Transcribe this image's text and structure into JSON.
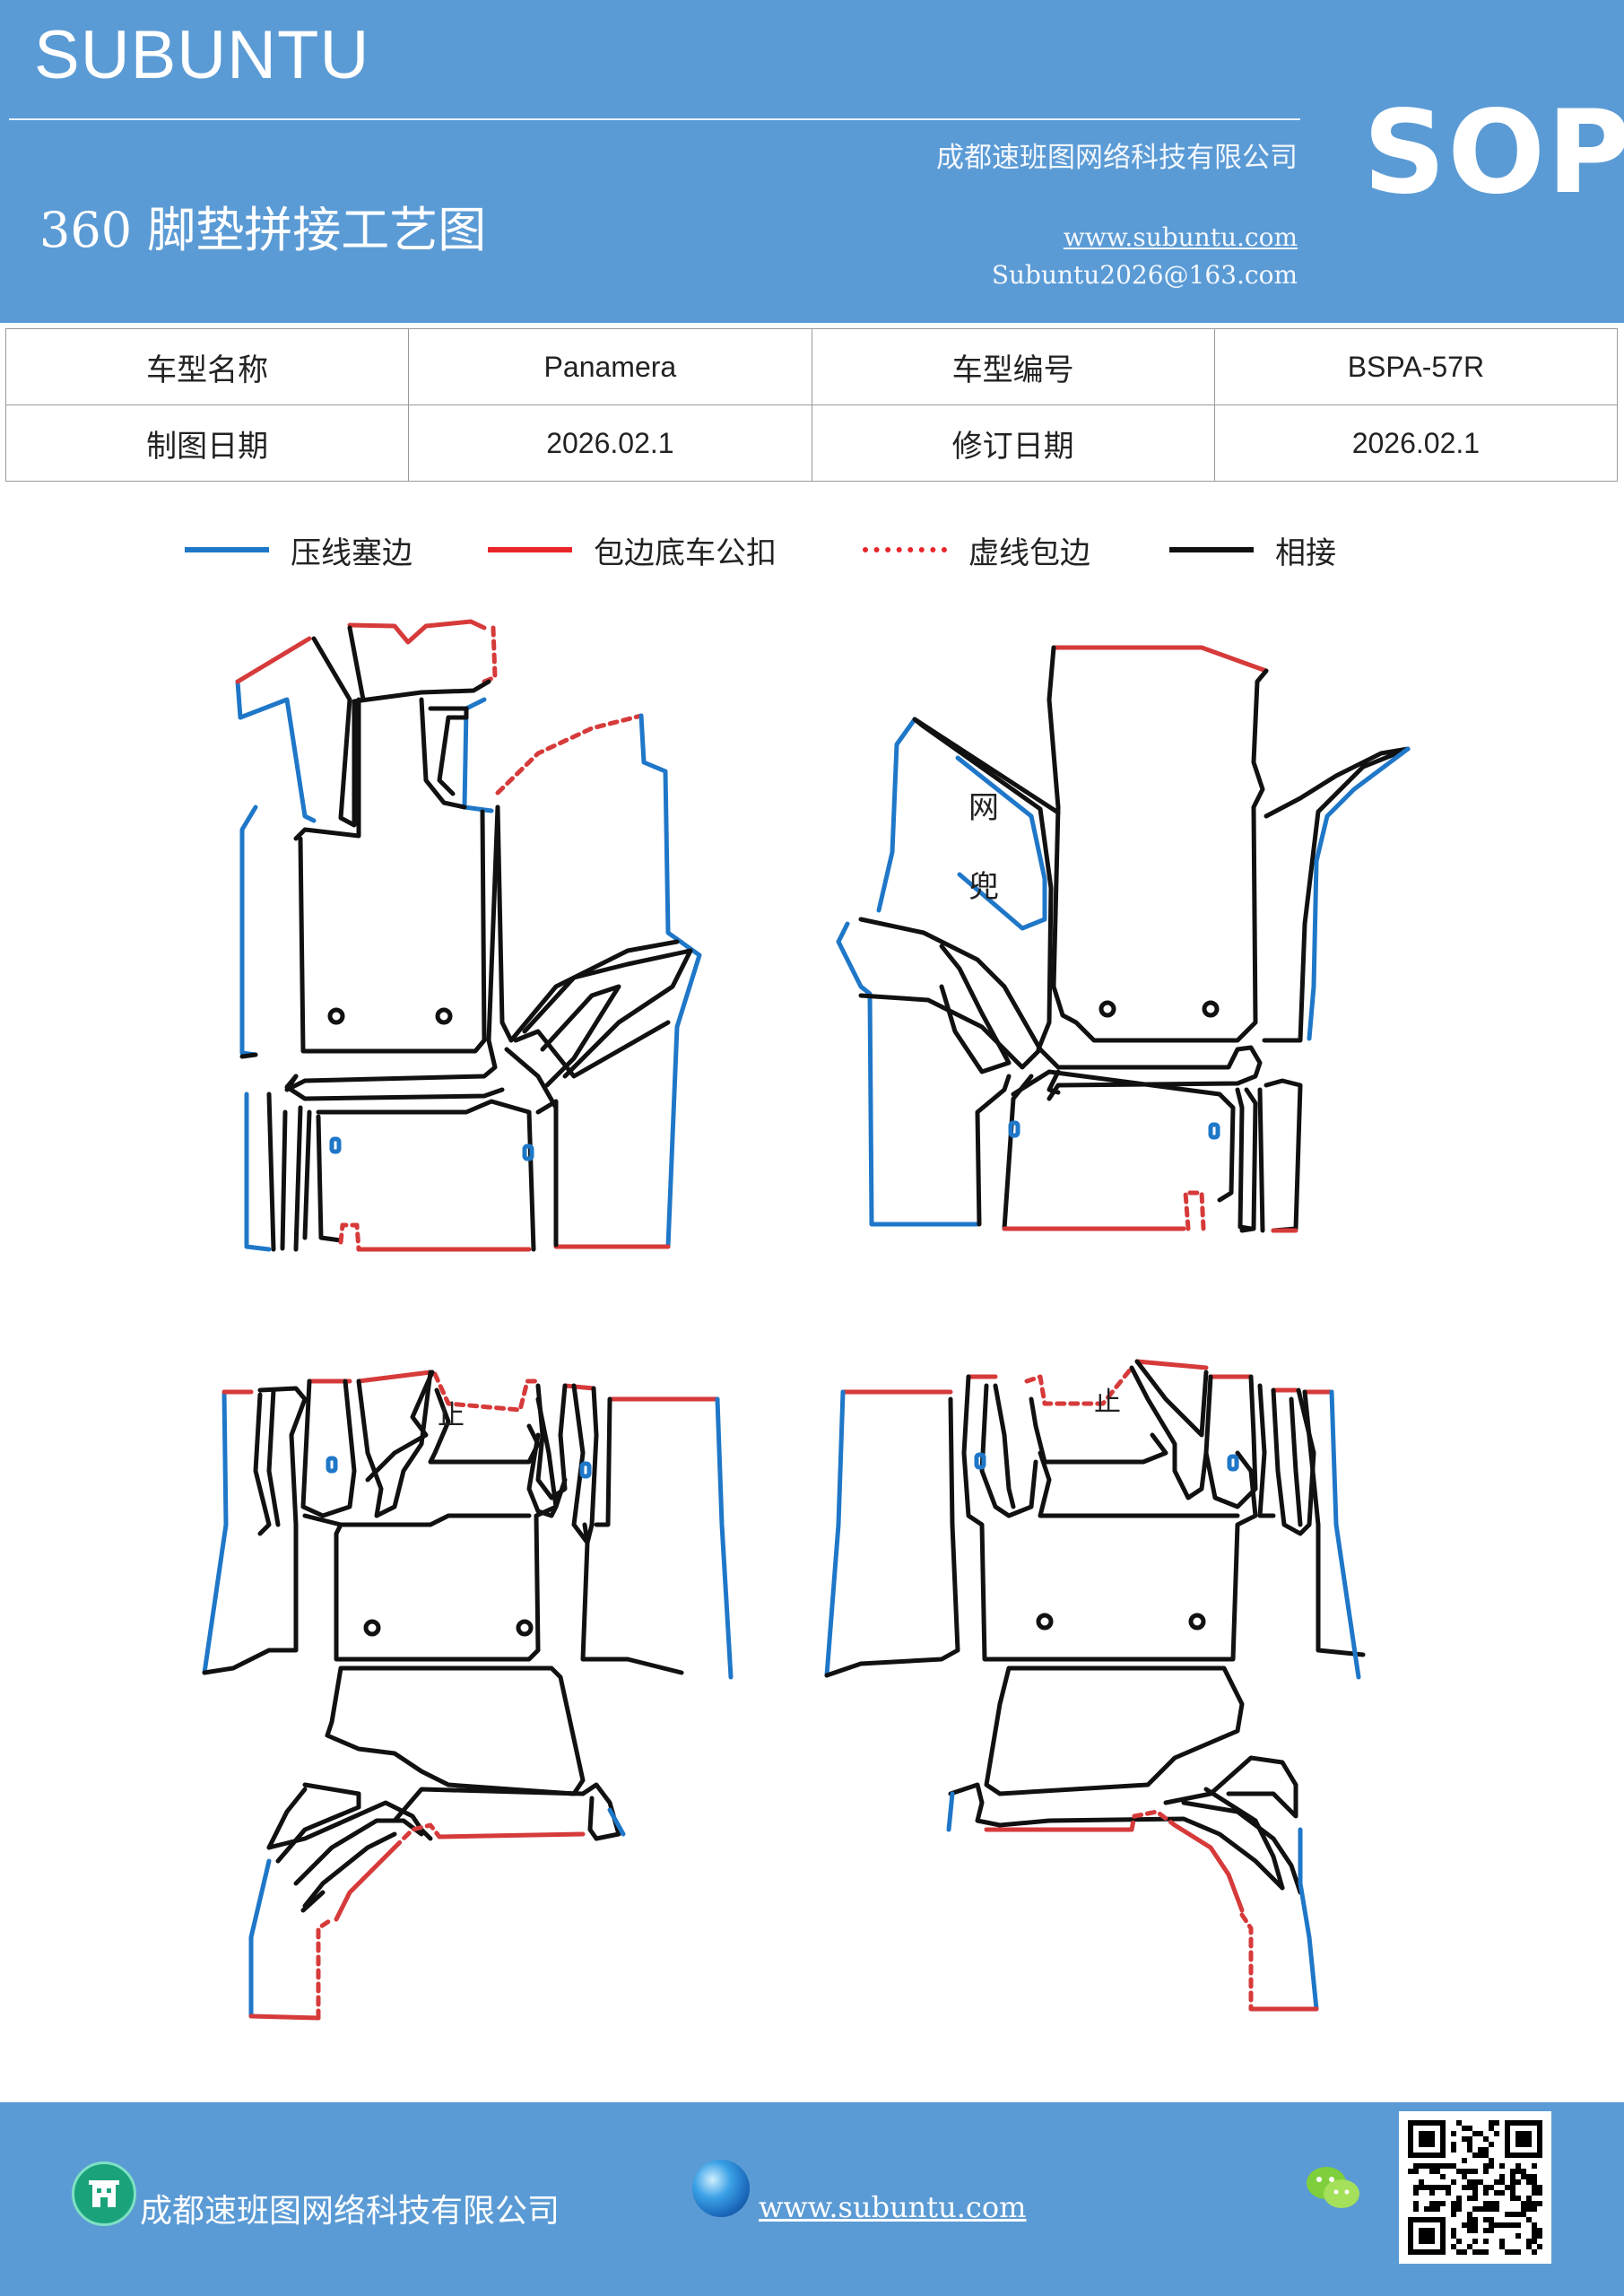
{
  "header": {
    "brand": "SUBUNTU",
    "title": "360 脚垫拼接工艺图",
    "company": "成都速班图网络科技有限公司",
    "website": "www.subuntu.com",
    "email": "Subuntu2026@163.com",
    "badge": "SOP",
    "bg_color": "#5b9bd5"
  },
  "info": {
    "row1": {
      "label1": "车型名称",
      "value1": "Panamera",
      "label2": "车型编号",
      "value2": "BSPA-57R"
    },
    "row2": {
      "label1": "制图日期",
      "value1": "2026.02.1",
      "label2": "修订日期",
      "value2": "2026.02.1"
    }
  },
  "legend": [
    {
      "label": "压线塞边",
      "color": "#1f77c8",
      "style": "solid"
    },
    {
      "label": "包边底车公扣",
      "color": "#e8262a",
      "style": "solid"
    },
    {
      "label": "虚线包边",
      "color": "#e8262a",
      "style": "dotted"
    },
    {
      "label": "相接",
      "color": "#111111",
      "style": "solid"
    }
  ],
  "diagram": {
    "labels": {
      "net_1": "网",
      "net_2": "兜",
      "stop_left": "止",
      "stop_right": "止"
    },
    "colors": {
      "blue": "#1f77c8",
      "red": "#d63a3a",
      "black": "#111111"
    }
  },
  "footer": {
    "company": "成都速班图网络科技有限公司",
    "website": "www.subuntu.com",
    "icons": [
      "building-icon",
      "globe-icon",
      "wechat-icon",
      "qr-code"
    ]
  }
}
